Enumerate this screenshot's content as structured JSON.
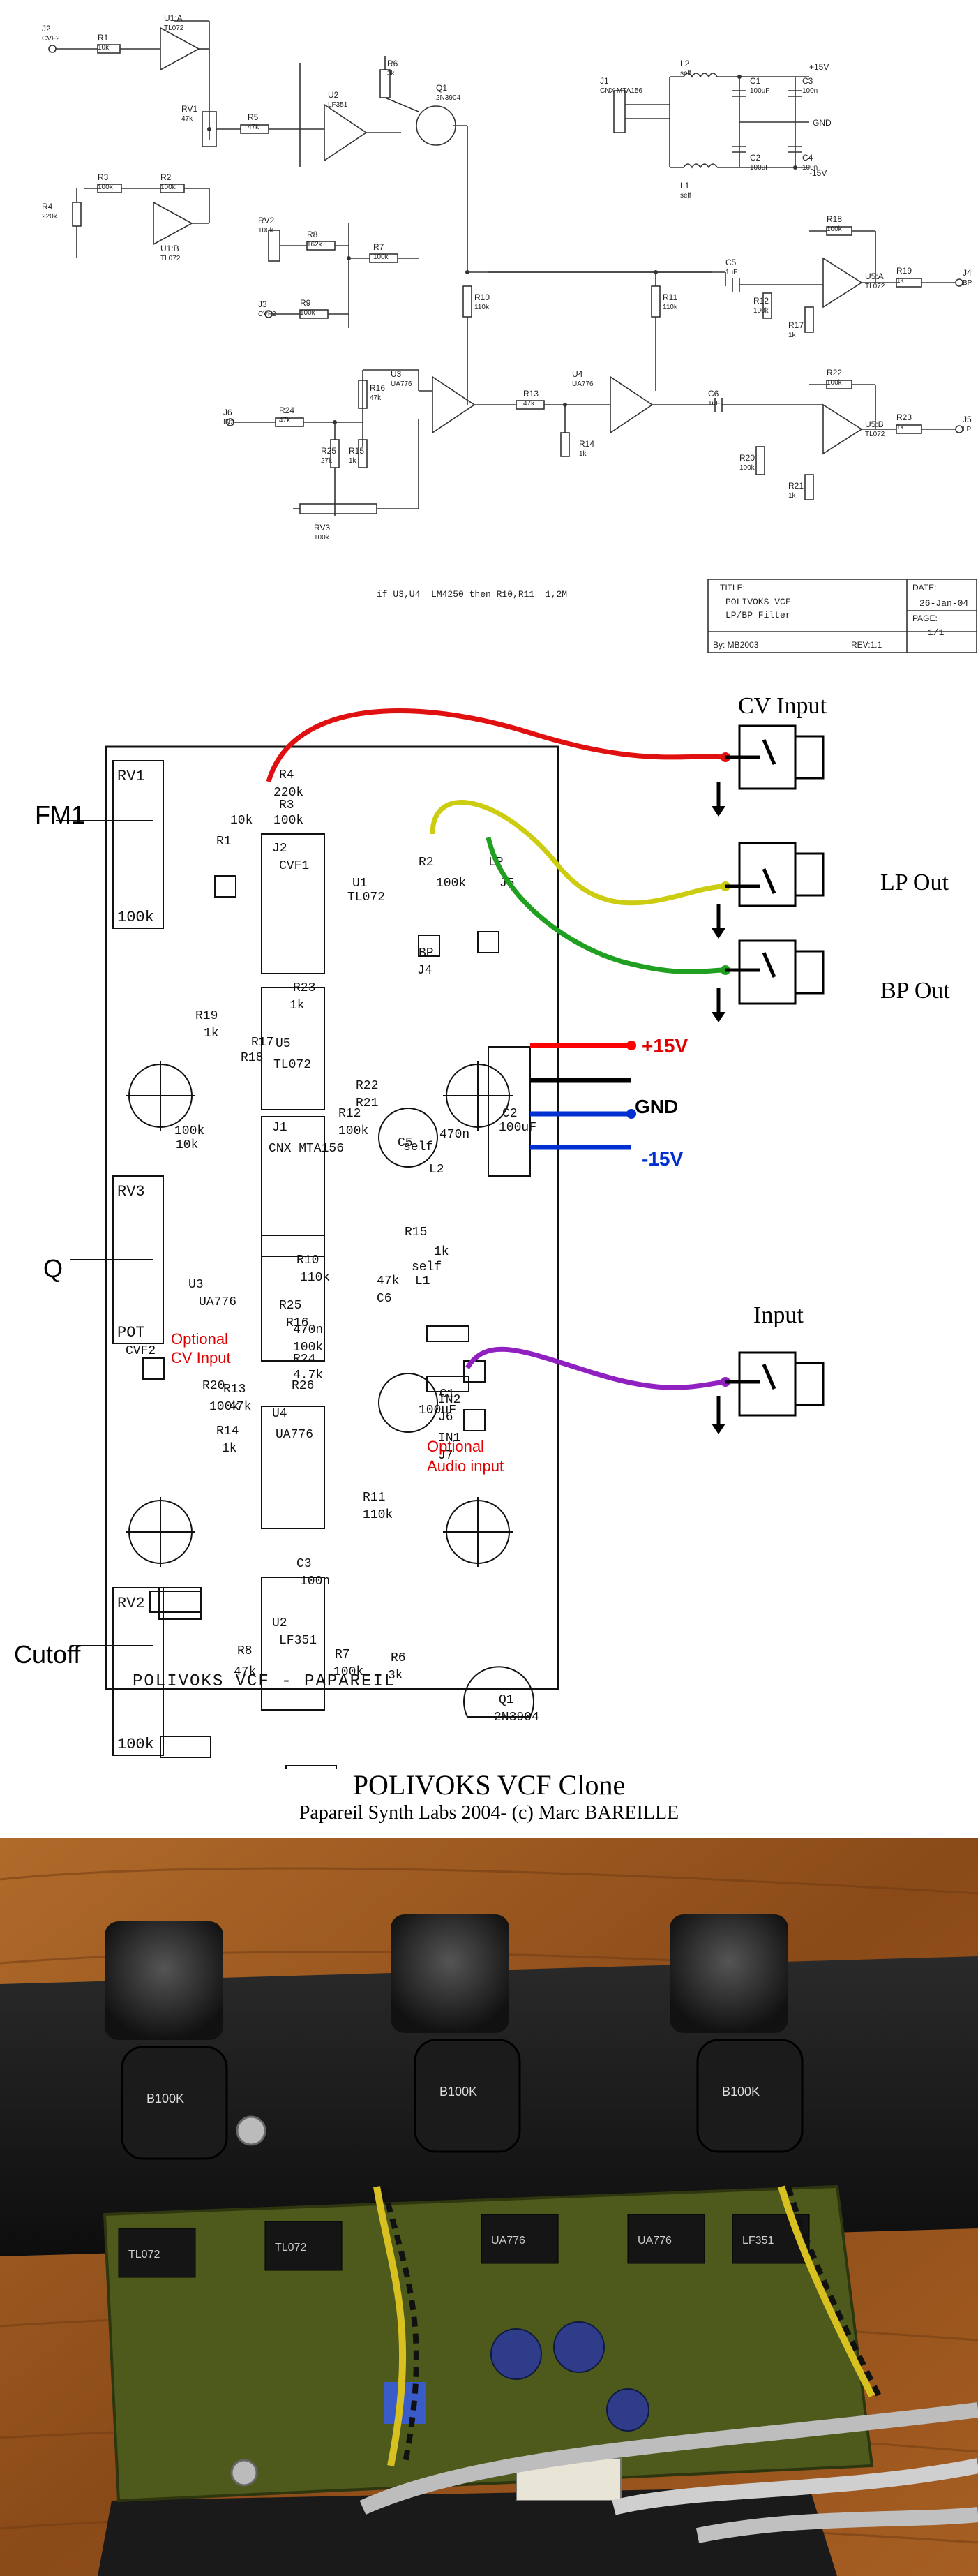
{
  "schematic": {
    "title_block": {
      "title_label": "TITLE:",
      "title_line1": "POLIVOKS VCF",
      "title_line2": "LP/BP Filter",
      "by": "By: MB2003",
      "rev": "REV:1.1",
      "date_label": "DATE:",
      "date": "26-Jan-04",
      "page_label": "PAGE:",
      "page": "1/1"
    },
    "note": "if U3,U4 =LM4250 then R10,R11= 1,2M",
    "components": [
      {
        "ref": "J2",
        "val": "CVF2"
      },
      {
        "ref": "R1",
        "val": "10k"
      },
      {
        "ref": "U1:A",
        "val": "TL072"
      },
      {
        "ref": "RV1",
        "val": "47k"
      },
      {
        "ref": "R5",
        "val": "47k"
      },
      {
        "ref": "R6",
        "val": "3k"
      },
      {
        "ref": "Q1",
        "val": "2N3904"
      },
      {
        "ref": "U2",
        "val": "LF351"
      },
      {
        "ref": "R3",
        "val": "100k"
      },
      {
        "ref": "R2",
        "val": "100k"
      },
      {
        "ref": "R4",
        "val": "220k"
      },
      {
        "ref": "U1:B",
        "val": "TL072"
      },
      {
        "ref": "RV2",
        "val": "100k"
      },
      {
        "ref": "R8",
        "val": "162k"
      },
      {
        "ref": "R7",
        "val": "100k"
      },
      {
        "ref": "J3",
        "val": "CVF2"
      },
      {
        "ref": "R9",
        "val": "100k"
      },
      {
        "ref": "J1",
        "val": "CNX MTA156"
      },
      {
        "ref": "L2",
        "val": "self"
      },
      {
        "ref": "L1",
        "val": "self"
      },
      {
        "ref": "C1",
        "val": "100uF"
      },
      {
        "ref": "C2",
        "val": "100uF"
      },
      {
        "ref": "C3",
        "val": "100n"
      },
      {
        "ref": "C4",
        "val": "100n"
      },
      {
        "ref": "C5",
        "val": "1uF"
      },
      {
        "ref": "R18",
        "val": "100k"
      },
      {
        "ref": "R19",
        "val": "1k"
      },
      {
        "ref": "J4",
        "val": "BP"
      },
      {
        "ref": "U5:A",
        "val": "TL072"
      },
      {
        "ref": "R10",
        "val": "110k"
      },
      {
        "ref": "R11",
        "val": "110k"
      },
      {
        "ref": "R12",
        "val": "100k"
      },
      {
        "ref": "R17",
        "val": "1k"
      },
      {
        "ref": "U3",
        "val": "UA776"
      },
      {
        "ref": "U4",
        "val": "UA776"
      },
      {
        "ref": "R16",
        "val": "47k"
      },
      {
        "ref": "R13",
        "val": "47k"
      },
      {
        "ref": "C6",
        "val": "1uF"
      },
      {
        "ref": "R22",
        "val": "100k"
      },
      {
        "ref": "R23",
        "val": "1k"
      },
      {
        "ref": "J5",
        "val": "LP"
      },
      {
        "ref": "U5:B",
        "val": "TL072"
      },
      {
        "ref": "J6",
        "val": "IN2"
      },
      {
        "ref": "R24",
        "val": "47k"
      },
      {
        "ref": "R25",
        "val": "27k"
      },
      {
        "ref": "R15",
        "val": "1k"
      },
      {
        "ref": "R14",
        "val": "1k"
      },
      {
        "ref": "R20",
        "val": "100k"
      },
      {
        "ref": "R21",
        "val": "1k"
      },
      {
        "ref": "RV3",
        "val": "100k"
      }
    ],
    "rails": {
      "pos": "+15V",
      "neg": "-15V",
      "gnd": "GND"
    }
  },
  "layout": {
    "board_title": "POLIVOKS VCF - PAPAREIL",
    "pots": [
      {
        "ref": "RV1",
        "val": "100k",
        "label": "FM1"
      },
      {
        "ref": "RV3",
        "val": "POT",
        "label": "Q"
      },
      {
        "ref": "RV2",
        "val": "100k",
        "label": "Cutoff"
      }
    ],
    "parts": [
      "R4",
      "220k",
      "R3",
      "100k",
      "R1",
      "10k",
      "J2",
      "CVF1",
      "U1",
      "TL072",
      "R2",
      "100k",
      "LP",
      "J5",
      "BP",
      "J4",
      "R23",
      "1k",
      "R19",
      "1k",
      "R17",
      "R18",
      "100k",
      "10k",
      "U5",
      "TL072",
      "R22",
      "R21",
      "R12",
      "100k",
      "C5",
      "470n",
      "self",
      "L2",
      "C1",
      "100uF",
      "C2",
      "100uF",
      "J1",
      "CNX MTA156",
      "U3",
      "UA776",
      "R15",
      "1k",
      "self",
      "L1",
      "R10",
      "110k",
      "R20",
      "100k",
      "R13",
      "47k",
      "R25",
      "R16",
      "47k",
      "C6",
      "470n",
      "100k",
      "R24",
      "4.7k",
      "R26",
      "CVF2",
      "U4",
      "UA776",
      "R14",
      "1k",
      "IN2",
      "J6",
      "IN1",
      "J7",
      "R11",
      "110k",
      "C3",
      "100n",
      "U2",
      "LF351",
      "R8",
      "47k",
      "R7",
      "100k",
      "R6",
      "3k",
      "Q1",
      "2N3904"
    ],
    "callouts": {
      "cv_input": "CV Input",
      "lp_out": "LP Out",
      "bp_out": "BP Out",
      "input": "Input",
      "pos": "+15V",
      "gnd": "GND",
      "neg": "-15V",
      "optional_cv_1": "Optional",
      "optional_cv_2": "CV Input",
      "optional_audio_1": "Optional",
      "optional_audio_2": "Audio input"
    },
    "wire_colors": {
      "cv": "#e01010",
      "lp": "#cccc10",
      "bp": "#20a020",
      "input": "#9020c0",
      "pos": "#ff0000",
      "gnd": "#000000",
      "neg": "#0030d0"
    }
  },
  "caption": {
    "title": "POLIVOKS VCF Clone",
    "subtitle": "Papareil Synth Labs 2004- (c) Marc BAREILLE"
  },
  "photo": {
    "chips": [
      "TL072",
      "TL072",
      "UA776",
      "UA776",
      "LF351"
    ],
    "pot_text": "B100K"
  }
}
